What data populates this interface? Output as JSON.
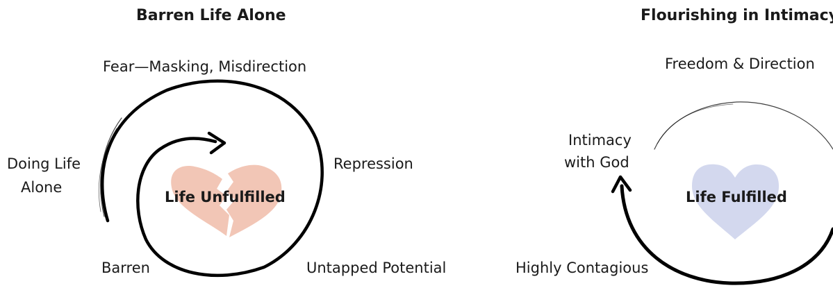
{
  "left_diagram": {
    "title": "Barren Life Alone",
    "center_label": "Life Unfulfilled",
    "heart_color": "#f2c6b6",
    "top_label": "Fear—Masking, Misdirection",
    "left_label_line1": "Doing Life",
    "left_label_line2": "Alone",
    "right_label": "Repression",
    "bottom_left_label": "Barren",
    "bottom_right_label": "Untapped Potential",
    "icons": {
      "heart": "broken-heart-icon",
      "arrow": "spiral-arrow-icon"
    }
  },
  "right_diagram": {
    "title": "Flourishing in Intimacy",
    "center_label": "Life Fulfilled",
    "heart_color": "#d3d8ee",
    "top_label": "Freedom & Direction",
    "left_label_line1": "Intimacy",
    "left_label_line2": "with God",
    "bottom_label": "Highly Contagious",
    "icons": {
      "heart": "heart-icon",
      "arrow": "circular-arrow-icon"
    }
  }
}
